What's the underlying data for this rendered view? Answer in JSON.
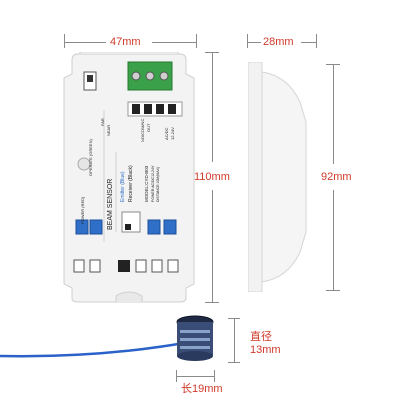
{
  "dimensions": {
    "width_main": "47mm",
    "depth_side": "28mm",
    "height_main": "110mm",
    "height_side": "92mm",
    "sensor_diameter_label": "直径",
    "sensor_diameter_value": "13mm",
    "sensor_length": "长19mm"
  },
  "module": {
    "brand_label": "BEAM SENSOR",
    "emitter_label": "Emitter (Blue)",
    "receiver_label": "Receiver (Black)",
    "model_label": "MODEL:CYD-B03",
    "power_label": "POWER:AC/DC12-24V",
    "distance_label": "DISTANCE:10M(MAX)",
    "operate_label": "OPERATE (GREEN)",
    "power_led_label": "POWER (RED)",
    "far_label": "FAR",
    "near_label": "NEAR",
    "terminal_left": "NO/COM/NC",
    "terminal_left_sub": "OUT",
    "terminal_right": "AC/DC",
    "terminal_right_sub": "12-24V"
  },
  "colors": {
    "dimension_text": "#d03a2a",
    "cable": "#2a62c9",
    "terminal_green": "#3aa04a",
    "connector_blue": "#2f6fc8"
  }
}
